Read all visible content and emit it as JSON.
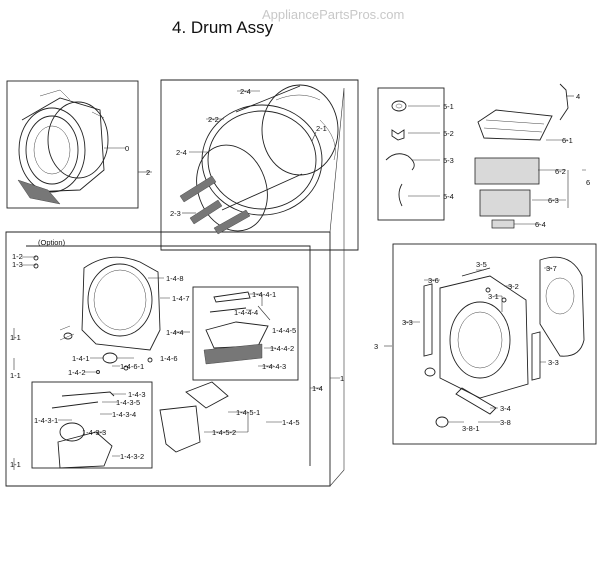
{
  "watermark": "AppliancePartsPros.com",
  "title": "4. Drum Assy",
  "labels": {
    "l0": "0",
    "l2": "2",
    "l2_4a": "2-4",
    "l2_2": "2-2",
    "l2_1": "2-1",
    "l2_4b": "2-4",
    "l2_3": "2-3",
    "l5_1": "5-1",
    "l5_2": "5-2",
    "l5_3": "5-3",
    "l5_4": "5-4",
    "l4": "4",
    "l6_1": "6-1",
    "l6_2": "6-2",
    "l6": "6",
    "l6_3": "6-3",
    "l6_4": "6-4",
    "option": "(Option)",
    "l1_2": "1-2",
    "l1_3": "1-3",
    "l1_4_8": "1-4-8",
    "l1_4_7": "1-4-7",
    "l1_4_4_1": "1-4-4-1",
    "l1_4_4_4": "1-4-4-4",
    "l1_4_4_5": "1-4-4-5",
    "l1_4_4": "1-4-4",
    "l1_4_4_2": "1-4-4-2",
    "l1_4_4_3": "1-4-4-3",
    "l1_4_6": "1-4-6",
    "l1_4_6_1": "1-4-6-1",
    "l1_4_1": "1-4-1",
    "l1_4_2": "1-4-2",
    "l1_1a": "1-1",
    "l1_1b": "1-1",
    "l1_1c": "1-1",
    "l1_4": "1-4",
    "l1": "1",
    "l1_4_3": "1-4-3",
    "l1_4_3_5": "1-4-3-5",
    "l1_4_3_4": "1-4-3-4",
    "l1_4_3_1": "1-4-3-1",
    "l1_4_3_3": "1-4-3-3",
    "l1_4_3_2": "1-4-3-2",
    "l1_4_5_1": "1-4-5-1",
    "l1_4_5": "1-4-5",
    "l1_4_5_2": "1-4-5-2",
    "l3_5": "3-5",
    "l3_7": "3-7",
    "l3_6": "3-6",
    "l3_1": "3-1",
    "l3_2": "3-2",
    "l3_3a": "3-3",
    "l3": "3",
    "l3_3b": "3-3",
    "l3_4": "3-4",
    "l3_8": "3-8",
    "l3_8_1": "3-8-1"
  }
}
